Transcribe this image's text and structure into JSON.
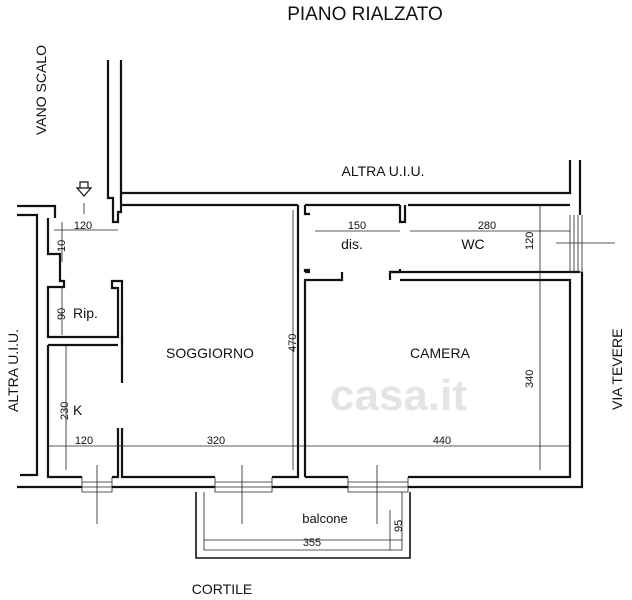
{
  "title": "PIANO RIALZATO",
  "labels": {
    "stair": "VANO SCALO",
    "neighbor_top": "ALTRA U.I.U.",
    "neighbor_left": "ALTRA U.I.U.",
    "street": "VIA TEVERE",
    "courtyard": "CORTILE",
    "watermark": "casa.it"
  },
  "rooms": {
    "living": "SOGGIORNO",
    "bedroom": "CAMERA",
    "hall": "dis.",
    "bath": "WC",
    "storage": "Rip.",
    "kitchen": "K",
    "balcony": "balcone"
  },
  "dimensions": {
    "entry_width": "120",
    "entry_depth": "10",
    "storage_depth": "90",
    "kitchen_depth": "230",
    "kitchen_width": "120",
    "living_width": "320",
    "living_depth": "470",
    "hall_width": "150",
    "bath_width": "280",
    "bath_depth": "120",
    "bedroom_depth": "340",
    "bedroom_width": "440",
    "balcony_width": "355",
    "balcony_depth": "95"
  }
}
